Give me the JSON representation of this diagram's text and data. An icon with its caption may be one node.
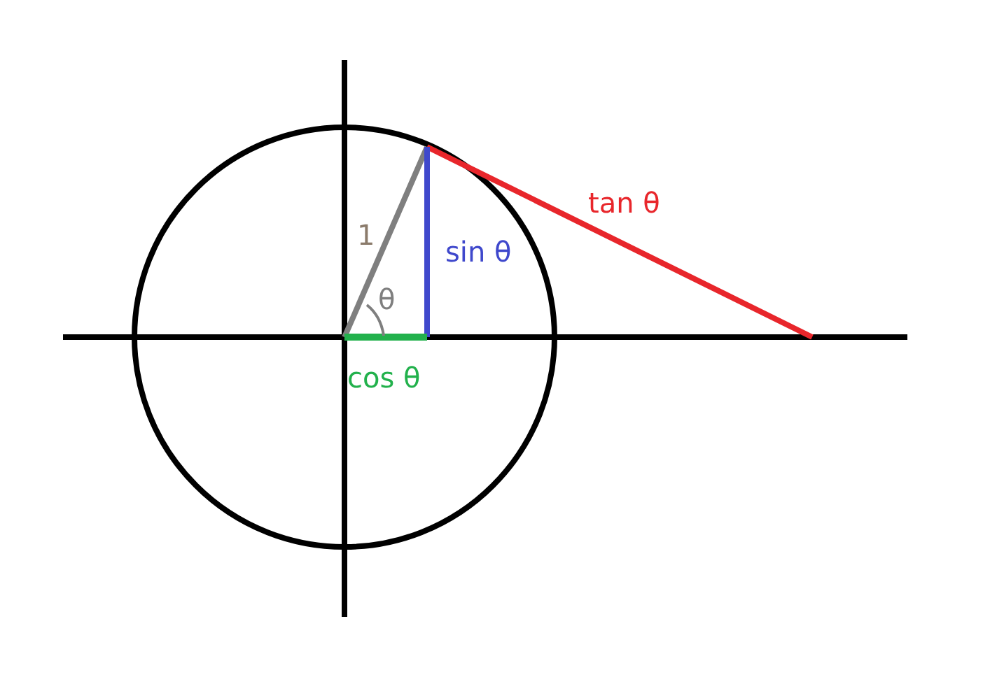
{
  "diagram": {
    "labels": [
      "1",
      "θ",
      "sin θ",
      "tan θ",
      "cos θ"
    ]
  }
}
